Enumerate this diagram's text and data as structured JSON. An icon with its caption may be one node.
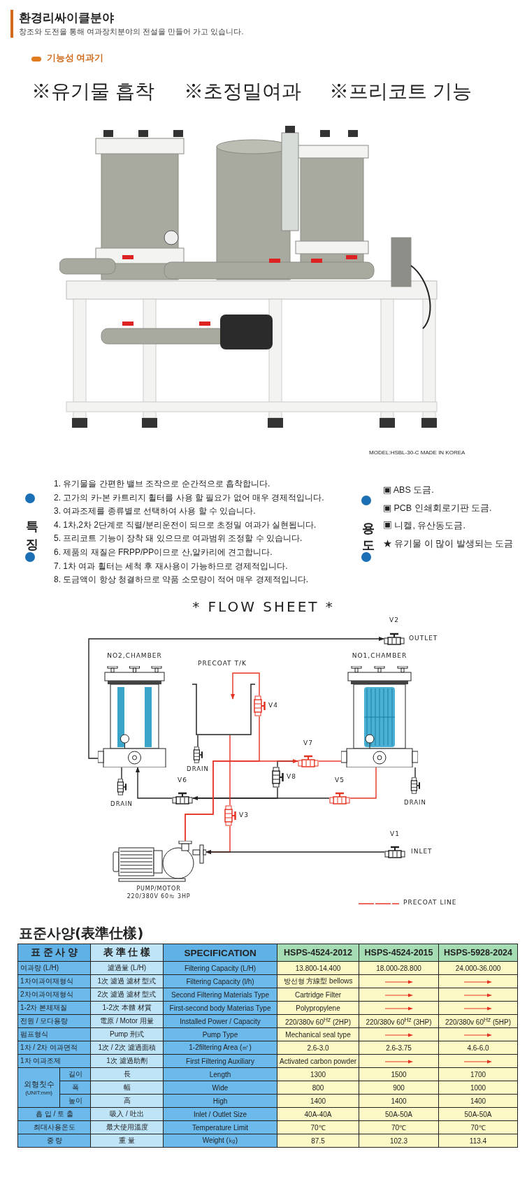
{
  "diagram": {
    "title": "환경리싸이클분야",
    "nodes": [
      {
        "text": [
          "NO2,CHAMBER"
        ]
      },
      {
        "text": [
          "PRECOAT T/K"
        ]
      },
      {
        "text": [
          "NO1,CHAMBER"
        ]
      },
      {
        "text": [
          "V2"
        ],
        "beside": [
          "OUTLET"
        ]
      },
      {
        "text": [
          "V4"
        ]
      },
      {
        "text": [
          "V7"
        ]
      },
      {
        "text": [
          "DRAIN"
        ]
      },
      {
        "text": [
          "DRAIN"
        ]
      },
      {
        "text": [
          "V6"
        ]
      },
      {
        "text": [
          "V8"
        ]
      },
      {
        "text": [
          "V5"
        ]
      },
      {
        "text": [
          "DRAIN"
        ]
      },
      {
        "text": [
          "V3"
        ]
      },
      {
        "text": [
          "V1"
        ],
        "beside": [
          "INLET"
        ]
      },
      {
        "text": [
          "PUMP/MOTOR 220/380V 60㎐ 3HP"
        ]
      }
    ],
    "edges": [
      {
        "from": 0,
        "to": 3,
        "arrow": "to"
      },
      {
        "from": 0,
        "to": 7,
        "arrow": "none"
      },
      {
        "from": 8,
        "to": 0,
        "arrow": "to"
      },
      {
        "from": 10,
        "to": 8,
        "arrow": "to"
      },
      {
        "from": 2,
        "to": 10,
        "arrow": "none",
        "color": "#e53323"
      },
      {
        "from": 9,
        "to": 5,
        "arrow": "none"
      },
      {
        "from": 9,
        "to": 8,
        "arrow": "none"
      },
      {
        "from": 5,
        "to": 2,
        "arrow": "none",
        "color": "#e53323"
      },
      {
        "from": 14,
        "to": 5,
        "arrow": "to",
        "color": "#e53323"
      },
      {
        "from": 14,
        "to": 4,
        "arrow": "none",
        "color": "#e53323"
      },
      {
        "from": 4,
        "to": 1,
        "arrow": "to",
        "color": "#e53323"
      },
      {
        "from": 1,
        "to": 6,
        "arrow": "none"
      },
      {
        "from": 1,
        "to": 12,
        "arrow": "none",
        "color": "#e53323"
      },
      {
        "from": 12,
        "to": 14,
        "arrow": "to",
        "color": "#e53323"
      },
      {
        "from": 13,
        "to": 14,
        "arrow": "to"
      },
      {
        "from": 2,
        "to": 11,
        "arrow": "none"
      }
    ],
    "labels": [
      "창조와 도전을 통해 여과장치분야의 전설을 만들어 가고 있습니다.",
      "기능성 여과기",
      "※유기물 흡착",
      "※초정밀여과",
      "※프리코트 기능",
      "MODEL:HSBL-30-C MADE IN KOREA",
      "특징",
      "1. 유기물을 간편한 밸브 조작으로 순간적으로 흡착합니다.",
      "2. 고가의 카-본 카트리지 휠터를 사용 할 필요가 없어 매우 경제적입니다.",
      "3. 여과조제를 종류별로 선택하여 사용 할 수 있습니다.",
      "4. 1차,2차 2단계로 직렬/분리운전이 되므로 초정밀 여과가 실현됩니다.",
      "5. 프리코트 기능이 장착 돼 있으므로 여과범위 조정할 수 있습니다.",
      "6. 제품의 재질은 FRPP/PP이므로 산,알카리에 견고합니다.",
      "7. 1차 여과 휠터는 세척 후 재사용이 가능하므로 경제적입니다.",
      "8. 도금액이 항상 청결하므로 약품 소모량이 적어 매우 경제적입니다.",
      "용도",
      "▣ ABS 도금.",
      "▣ PCB 인쇄회로기판 도금.",
      "▣ 니켈, 유산동도금.",
      "★ 유기물 이 많이 발생되는 도금",
      "* FLOW SHEET *",
      "표준사양(表準仕樣)",
      "표 준 사 양",
      "表 準 仕 樣",
      "SPECIFICATION",
      "HSPS-4524-2012",
      "HSPS-4524-2015",
      "HSPS-5928-2024",
      "여과량 (L/H)",
      "濾過量 (L/H)",
      "Filtering Capacity (L/H)",
      "13.800-14.400",
      "18.000-28.800",
      "24.000-36.000",
      "1차여과여재형식",
      "1次 濾過 濾材 型式",
      "Filtering Capacity (l/h)",
      "방선형 方線型 bellows",
      "2차여과여재형식",
      "2次 濾過 濾材 型式",
      "Second Filtering Materials Type",
      "Cartridge Filter",
      "1-2차 본체재질",
      "1-2次 本體 材質",
      "First-second body Materias Type",
      "Polypropylene",
      "전원 / 모다용량",
      "電原 / Motor 用量",
      "Installed Power / Capacity",
      "220/380v 60$^{Hz}$ (2HP)",
      "220/380v 60$^{Hz}$ (3HP)",
      "220/380v 60$^{Hz}$ (5HP)",
      "펌프형식",
      "Pump 刑式",
      "Pump Type",
      "Mechanical seal type",
      "1차 / 2차 여과면적",
      "1次 / 2次 濾過面積",
      "1-2filtering Area (㎡)",
      "2.6-3.0",
      "2.6-3.75",
      "4.6-6.0",
      "1차 여과조제",
      "1次 濾過助劑",
      "First Filtering Auxiliary",
      "Activated carbon powder",
      "외형칫수",
      "(UNIT:mm)",
      "길이",
      "長",
      "Length",
      "1300",
      "1500",
      "1700",
      "폭",
      "幅",
      "Wide",
      "800",
      "900",
      "1000",
      "높이",
      "高",
      "High",
      "1400",
      "1400",
      "1400",
      "흡 입 / 토 출",
      "吸入 / 吐出",
      "Inlet / Outlet Size",
      "40A-40A",
      "50A-50A",
      "50A-50A",
      "최대사용온도",
      "最大使用溫度",
      "Temperature Limit",
      "70℃",
      "70℃",
      "70℃",
      "중 량",
      "重 量",
      "Weight (㎏)",
      "87.5",
      "102.3",
      "113.4"
    ],
    "legend": [
      {
        "text": "PRECOAT LINE"
      }
    ]
  }
}
